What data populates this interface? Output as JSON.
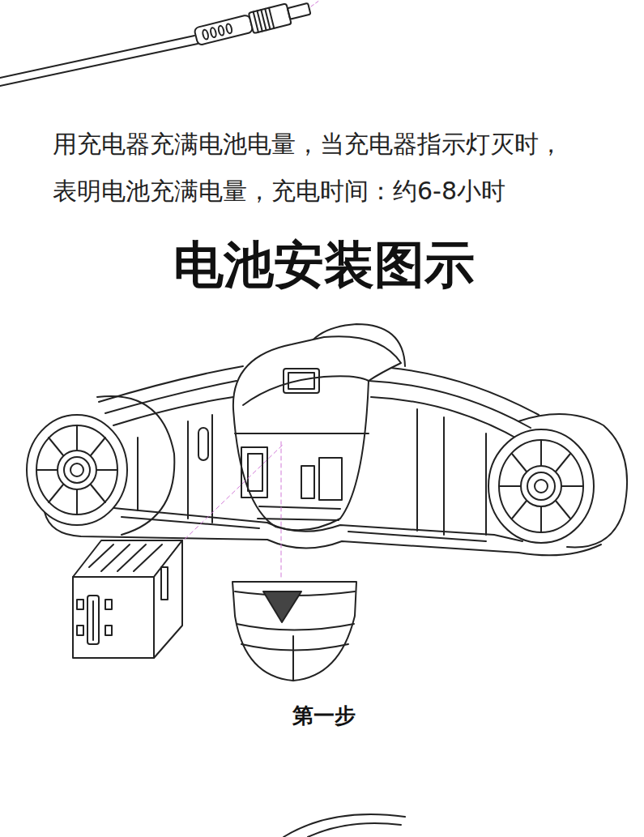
{
  "diagram": {
    "title": "电池安装图示",
    "caption": "第一步",
    "labels": [
      "用充电器充满电池电量，当充电器指示灯灭时，",
      "表明电池充满电量，充电时间：约6-8小时"
    ]
  }
}
